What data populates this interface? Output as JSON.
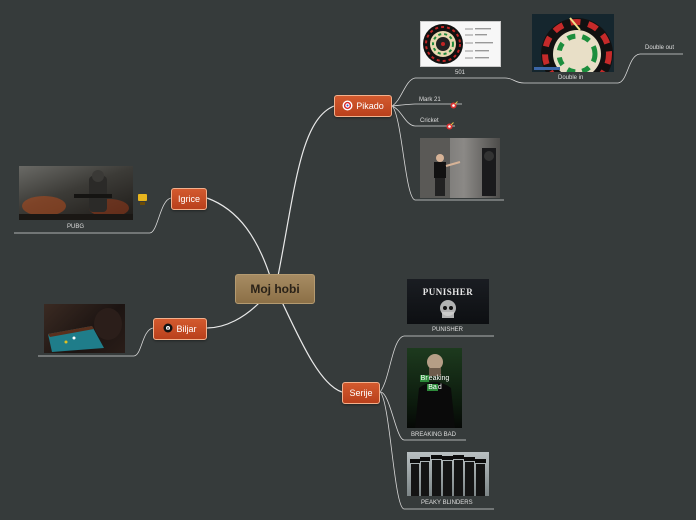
{
  "central": {
    "label": "Moj hobi"
  },
  "topics": {
    "igrice": {
      "label": "Igrice",
      "icon": "video-game-icon"
    },
    "biljar": {
      "label": "Biljar",
      "icon": "eight-ball-icon"
    },
    "pikado": {
      "label": "Pikado",
      "icon": "target-icon"
    },
    "serije": {
      "label": "Serije"
    }
  },
  "subtopics": {
    "pubg": "PUBG",
    "t501": "501",
    "double_in": "Double in",
    "double_out": "Double out",
    "mark21": "Mark 21",
    "cricket": "Cricket",
    "punisher": "PUNISHER",
    "breaking_bad": "BREAKING BAD",
    "peaky": "PEAKY BLINDERS"
  },
  "images": {
    "punisher_title": "PUNISHER",
    "breaking_bad_title_1": "Br",
    "breaking_bad_title_2": "eaking",
    "breaking_bad_title_3": "Ba",
    "breaking_bad_title_4": "d"
  },
  "colors": {
    "background": "#363b3b",
    "topic_fill": "#c54a22",
    "central_fill": "#9a7c52",
    "connector": "#e6e6e6"
  }
}
